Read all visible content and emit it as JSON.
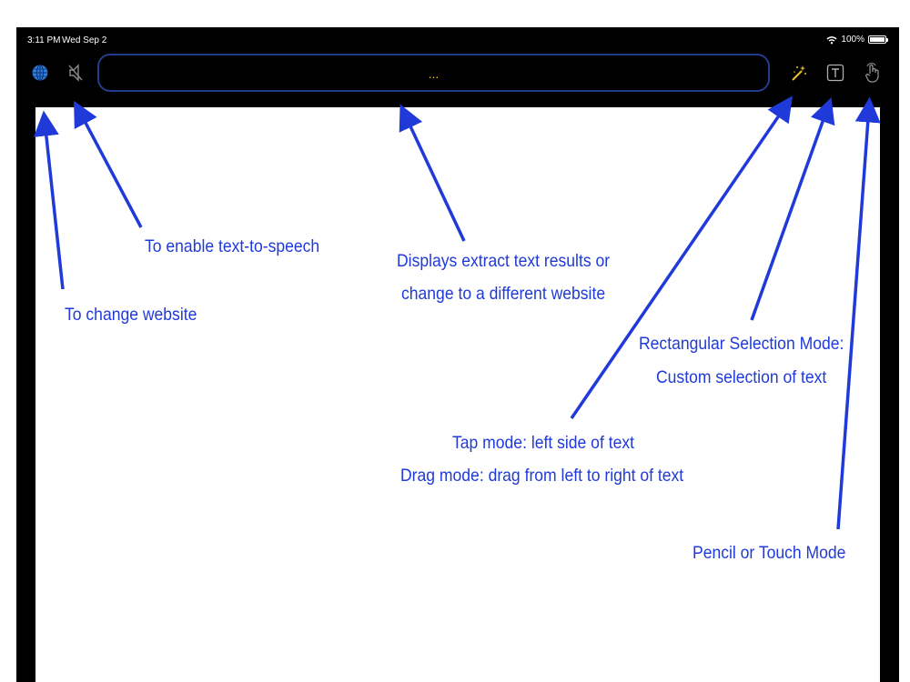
{
  "status_bar": {
    "time": "3:11 PM",
    "date": "Wed Sep 2",
    "battery": "100%",
    "battery_level": 1.0
  },
  "toolbar": {
    "globe_icon": "globe-icon",
    "mute_icon": "speaker-muted-icon",
    "url_text": "...",
    "magic_icon": "magic-wand-icon",
    "text_select_icon": "text-selection-icon",
    "touch_icon": "hand-touch-icon",
    "accent_color": "#f0c030",
    "globe_color": "#2f7de1"
  },
  "annotations": {
    "change_website": "To change website",
    "tts": "To enable text-to-speech",
    "extract_line1": "Displays extract text results or",
    "extract_line2": "change to a different website",
    "rect_line1": "Rectangular Selection Mode:",
    "rect_line2": "Custom selection of text",
    "tap_line1": "Tap mode: left side of text",
    "tap_line2": "Drag mode: drag from left to right of text",
    "pencil": "Pencil or Touch Mode",
    "color": "#1f3ad9"
  }
}
